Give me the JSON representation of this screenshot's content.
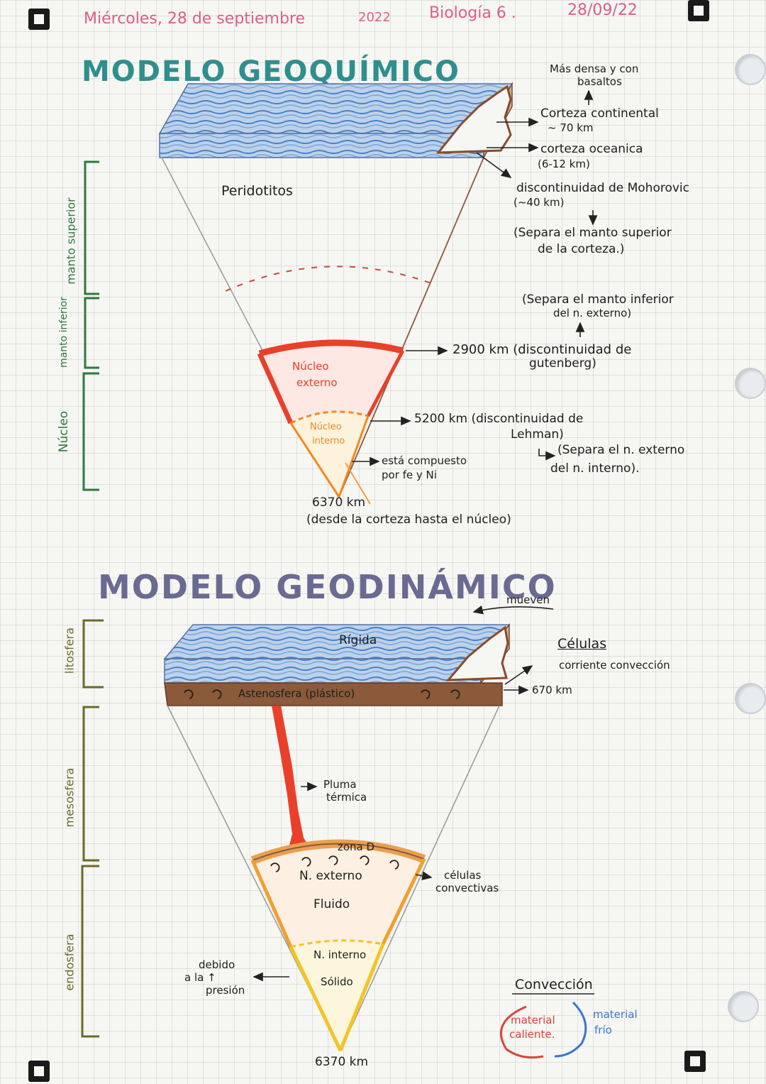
{
  "header": {
    "date_text": "Miércoles, 28 de septiembre",
    "year": "2022",
    "subject": "Biología 6 .",
    "date_short": "28/09/22"
  },
  "geoquimico": {
    "title": "MODELO GEOQUÍMICO",
    "peridotitos": "Peridotitos",
    "mas_densa_1": "Más densa y con",
    "mas_densa_2": "basaltos",
    "corteza_continental_1": "Corteza continental",
    "corteza_continental_2": "~ 70 km",
    "corteza_oceanica_1": "corteza oceanica",
    "corteza_oceanica_2": "(6-12 km)",
    "mohorovic_1": "discontinuidad de Mohorovic",
    "mohorovic_2": "(~40 km)",
    "separa_1a": "(Separa el manto superior",
    "separa_1b": "de la corteza.)",
    "separa_2a": "(Separa el manto inferior",
    "separa_2b": "del n. externo)",
    "gutenberg_1": "2900 km (discontinuidad de",
    "gutenberg_2": "gutenberg)",
    "nucleo_externo_1": "Núcleo",
    "nucleo_externo_2": "externo",
    "nucleo_interno_1": "Núcleo",
    "nucleo_interno_2": "interno",
    "lehman_1": "5200 km (discontinuidad de",
    "lehman_2": "Lehman)",
    "separa_3a": "(Separa el n. externo",
    "separa_3b": "del n. interno).",
    "compuesto_1": "está compuesto",
    "compuesto_2": "por fe y Ni",
    "depth": "6370 km",
    "depth_note": "(desde la corteza hasta el núcleo)",
    "side_manto_superior": "manto superior",
    "side_manto_inferior": "manto inferior",
    "side_nucleo": "Núcleo"
  },
  "geodinamico": {
    "title": "MODELO GEODINÁMICO",
    "rigida": "Rígida",
    "mueven": "mueven",
    "celulas": "Células",
    "corriente": "corriente convección",
    "astenosfera": "Astenosfera (plástico)",
    "km670": "670 km",
    "pluma_1": "Pluma",
    "pluma_2": "térmica",
    "zona_d": "zona D",
    "n_externo": "N. externo",
    "fluido": "Fluido",
    "celulas_conv_1": "células",
    "celulas_conv_2": "convectivas",
    "n_interno": "N. interno",
    "solido": "Sólido",
    "debido_1": "debido",
    "debido_2": "a la ↑",
    "debido_3": "presión",
    "depth": "6370 km",
    "conveccion": "Convección",
    "material_caliente_1": "material",
    "material_caliente_2": "caliente.",
    "material_frio_1": "material",
    "material_frio_2": "frío",
    "side_litosfera": "litosfera",
    "side_mesosfera": "mesosfera",
    "side_endosfera": "endosfera"
  },
  "colors": {
    "teal_title": "#2f8f8d",
    "lavender_title": "#6a6a92",
    "green_bracket": "#2e7a3e",
    "olive_bracket": "#6b6a2a",
    "red": "#e8402a",
    "orange": "#f08a20",
    "yellow": "#f2c428",
    "blue": "#3a78c8",
    "brown": "#8a5a3a",
    "pink": "#d9608a"
  }
}
